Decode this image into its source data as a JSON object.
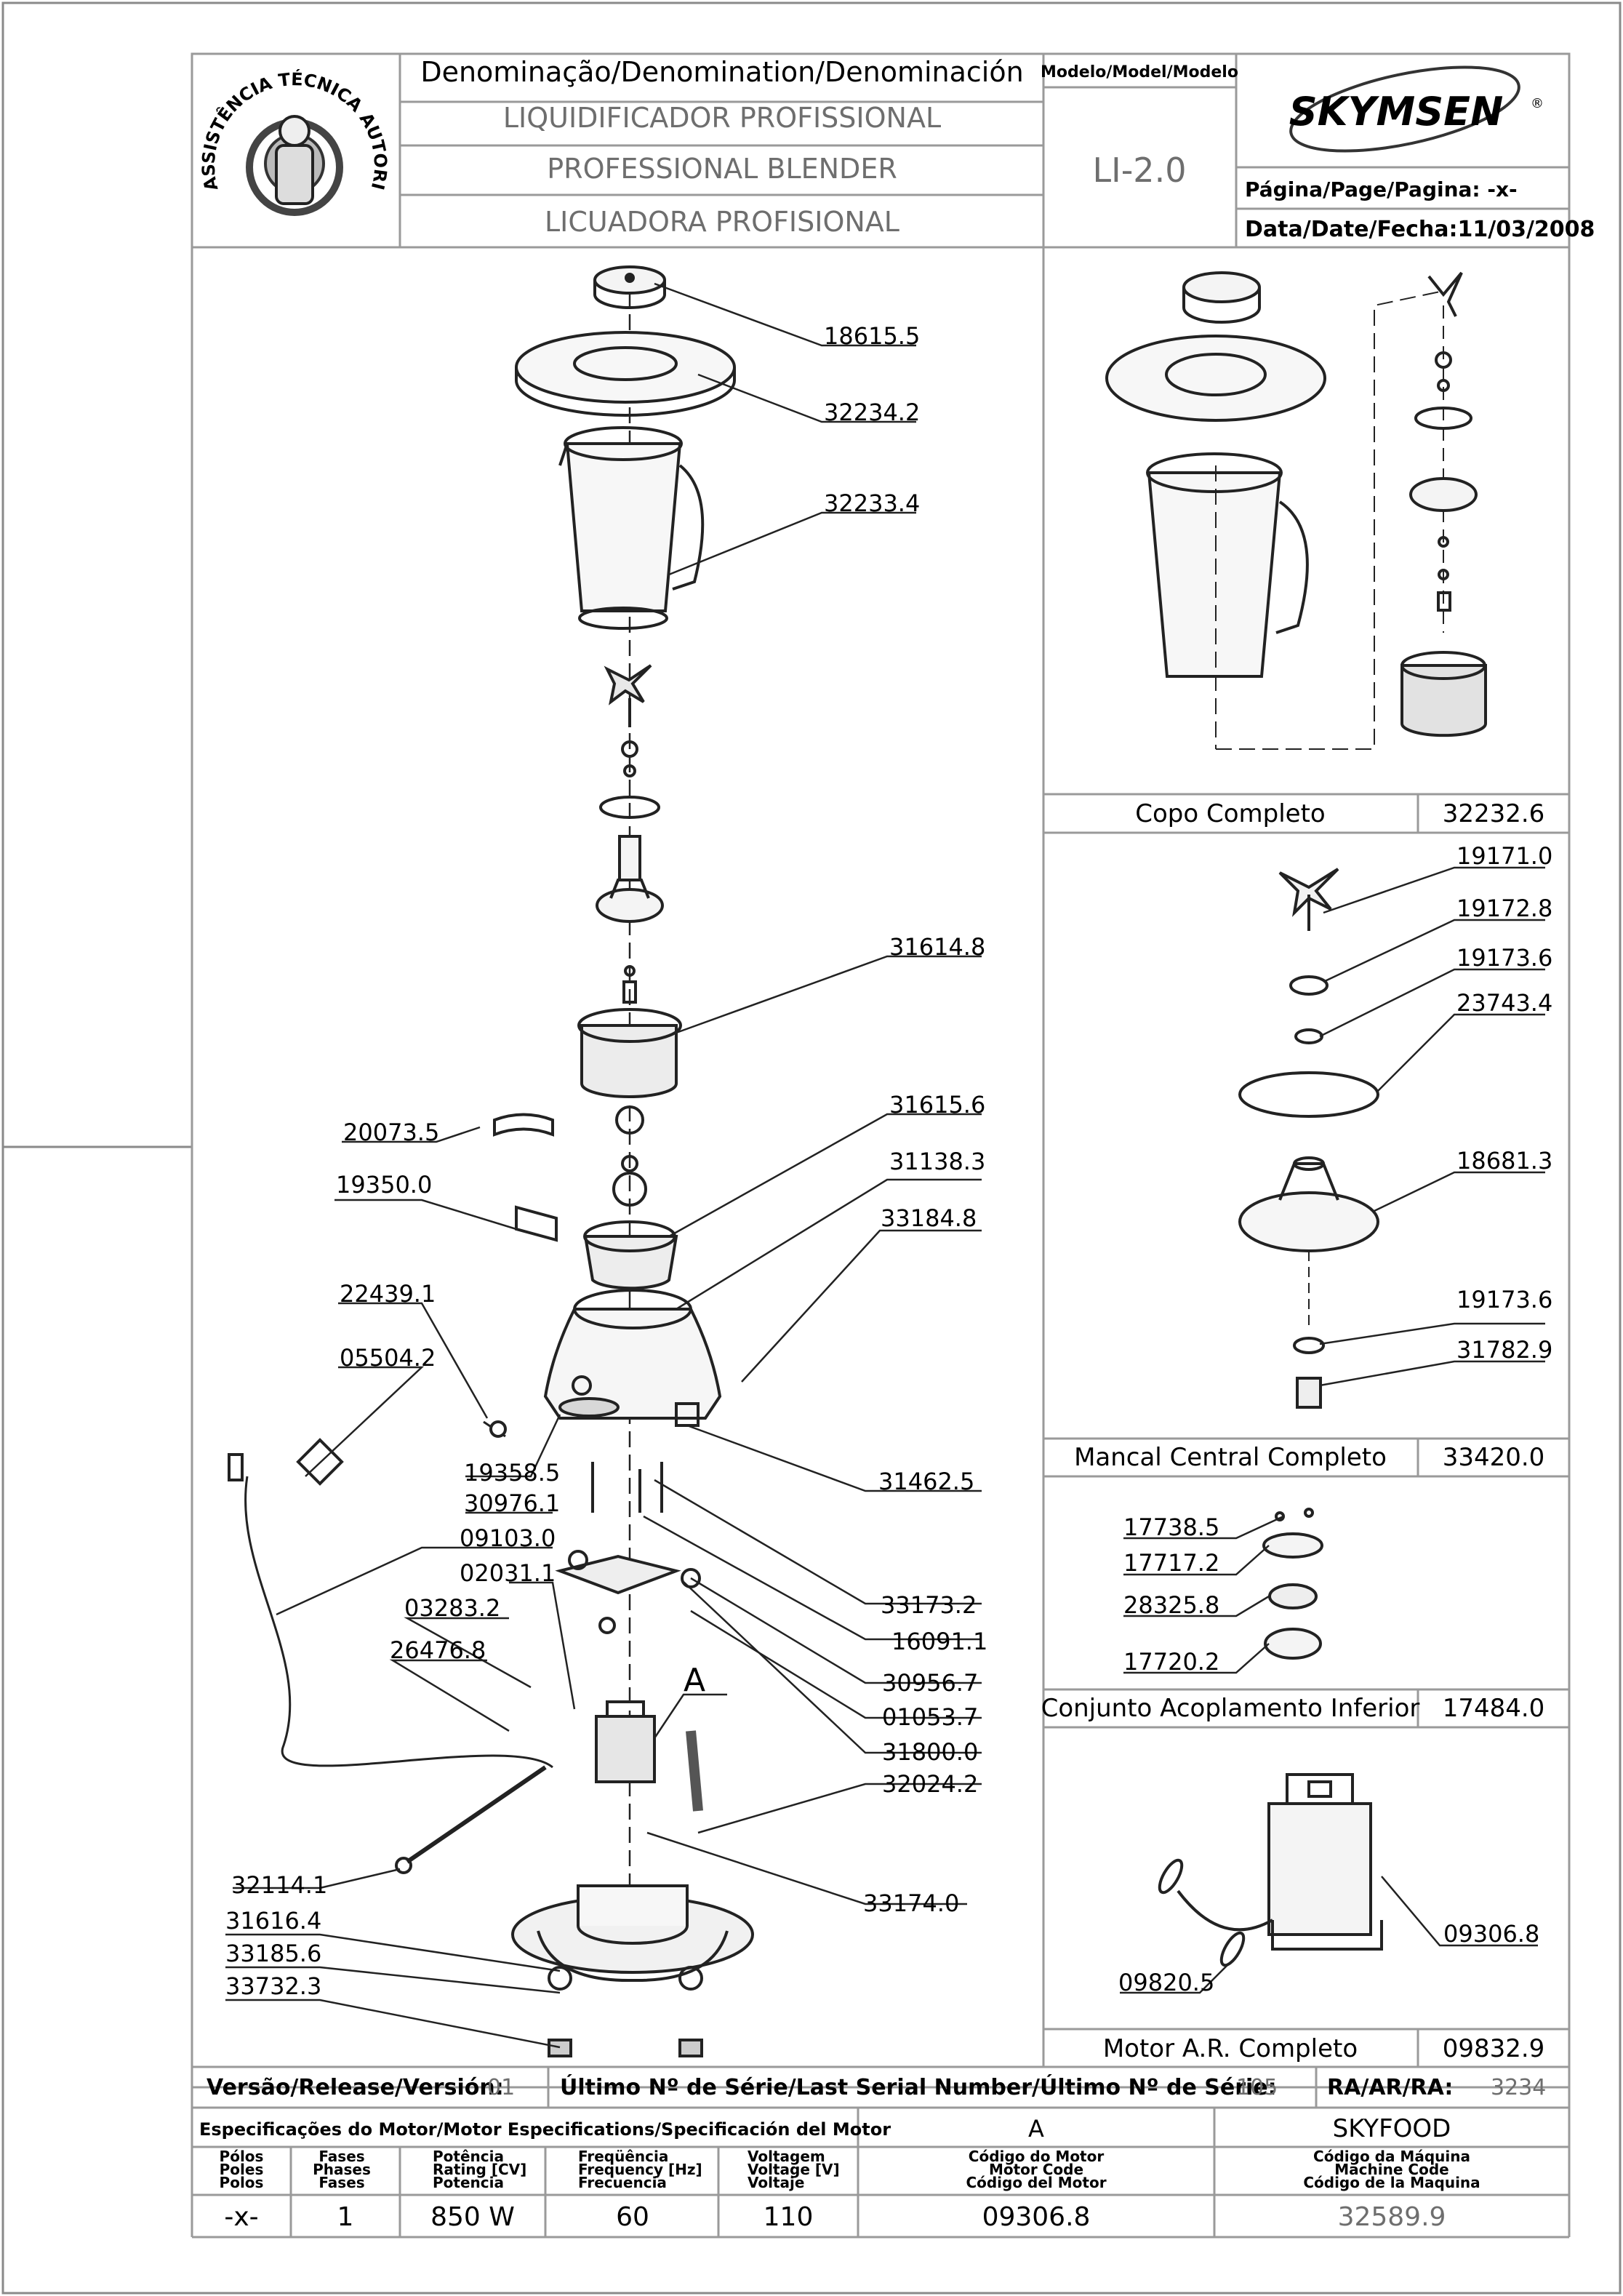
{
  "header": {
    "stamp_text": "ASSISTÊNCIA TÉCNICA AUTORIZADA",
    "denomination_label": "Denominação/Denomination/Denominación",
    "name_pt": "LIQUIDIFICADOR PROFISSIONAL",
    "name_en": "PROFESSIONAL BLENDER",
    "name_es": "LICUADORA PROFISIONAL",
    "model_label": "Modelo/Model/Modelo",
    "model_value": "LI-2.0",
    "brand": "SKYMSEN",
    "brand_mark": "®",
    "page_label": "Página/Page/Pagina: -x-",
    "date_label": "Data/Date/Fecha:11/03/2008"
  },
  "parts_main": [
    "18615.5",
    "32234.2",
    "32233.4",
    "31614.8",
    "20073.5",
    "31615.6",
    "19350.0",
    "31138.3",
    "33184.8",
    "22439.1",
    "05504.2",
    "19358.5",
    "31462.5",
    "30976.1",
    "09103.0",
    "02031.1",
    "33173.2",
    "03283.2",
    "16091.1",
    "26476.8",
    "30956.7",
    "01053.7",
    "31800.0",
    "32024.2",
    "32114.1",
    "33174.0",
    "31616.4",
    "33185.6",
    "33732.3"
  ],
  "detail_marker": "A",
  "subassemblies": [
    {
      "name": "Copo Completo",
      "code": "32232.6"
    },
    {
      "name": "Mancal Central Completo",
      "code": "33420.0",
      "parts": [
        "19171.0",
        "19172.8",
        "19173.6",
        "23743.4",
        "18681.3",
        "19173.6",
        "31782.9"
      ]
    },
    {
      "name": "Conjunto Acoplamento Inferior",
      "code": "17484.0",
      "parts": [
        "17738.5",
        "17717.2",
        "28325.8",
        "17720.2"
      ]
    },
    {
      "name": "Motor A.R. Completo",
      "code": "09832.9",
      "parts": [
        "09306.8",
        "09820.5"
      ]
    }
  ],
  "footer": {
    "version_label": "Versão/Release/Versión:",
    "version_value": "01",
    "serial_label": "Último Nº de Série/Last Serial Number/Último Nº de Série:",
    "serial_value": "105",
    "ra_label": "RA/AR/RA:",
    "ra_value": "3234",
    "spec_title": "Especificações do Motor/Motor Especifications/Specificación del Motor",
    "spec_col_a": "A",
    "spec_col_b": "SKYFOOD",
    "col_poles": [
      "Pólos",
      "Poles",
      "Polos"
    ],
    "col_phases": [
      "Fases",
      "Phases",
      "Fases"
    ],
    "col_power": [
      "Potência",
      "Rating [CV]",
      "Potencia"
    ],
    "col_freq": [
      "Freqüência",
      "Frequency [Hz]",
      "Frecuencia"
    ],
    "col_volt": [
      "Voltagem",
      "Voltage [V]",
      "Voltaje"
    ],
    "col_motor_code": [
      "Código do Motor",
      "Motor Code",
      "Código del Motor"
    ],
    "col_machine_code": [
      "Código da Máquina",
      "Machine Code",
      "Código de la Maquina"
    ],
    "val_poles": "-x-",
    "val_phases": "1",
    "val_power": "850 W",
    "val_freq": "60",
    "val_volt": "110",
    "val_motor_code": "09306.8",
    "val_machine_code": "32589.9"
  }
}
